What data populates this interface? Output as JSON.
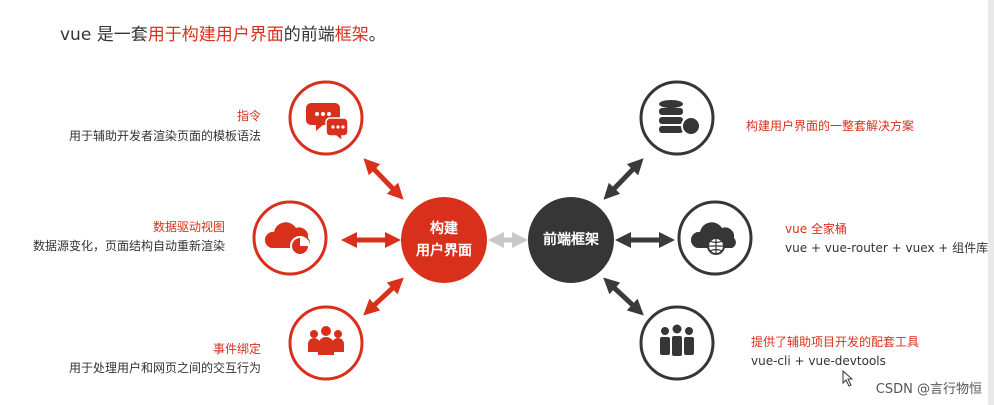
{
  "heading": {
    "prefix": "vue 是一套",
    "highlight_1": "用于构建用户界面",
    "middle": "的",
    "plain_2": "前端",
    "highlight_2": "框架",
    "suffix": "。"
  },
  "left_hub": {
    "line1": "构建",
    "line2": "用户界面"
  },
  "right_hub": {
    "label": "前端框架"
  },
  "left_nodes": [
    {
      "title": "指令",
      "desc": "用于辅助开发者渲染页面的模板语法",
      "icon": "chat-bubbles-icon"
    },
    {
      "title": "数据驱动视图",
      "desc": "数据源变化，页面结构自动重新渲染",
      "icon": "cloud-chart-icon"
    },
    {
      "title": "事件绑定",
      "desc": "用于处理用户和网页之间的交互行为",
      "icon": "people-group-icon"
    }
  ],
  "right_nodes": [
    {
      "title": "构建用户界面的一整套解决方案",
      "desc": "",
      "icon": "database-icon"
    },
    {
      "title": "vue 全家桶",
      "desc": "vue + vue-router + vuex + 组件库",
      "icon": "cloud-globe-icon"
    },
    {
      "title": "提供了辅助项目开发的配套工具",
      "desc": "vue-cli + vue-devtools",
      "icon": "team-icon"
    }
  ],
  "watermark": "CSDN @言行物恒",
  "colors": {
    "accent": "#d9301c",
    "dark": "#333333",
    "arrow_left": "#d9301c",
    "arrow_right": "#3a3a3a",
    "arrow_mid": "#c8c8c8"
  }
}
